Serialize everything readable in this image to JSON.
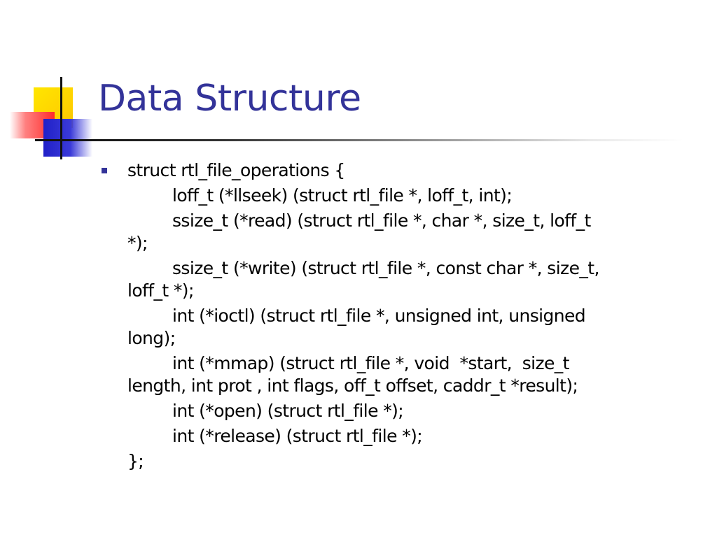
{
  "slide": {
    "title": "Data Structure",
    "struct_open": "struct rtl_file_operations {",
    "members": [
      {
        "first": "loff_t (*llseek) (struct rtl_file *, loff_t, int);",
        "rest": ""
      },
      {
        "first": "ssize_t (*read) (struct rtl_file *, char *, size_t, loff_t",
        "rest": "*);"
      },
      {
        "first": "ssize_t (*write) (struct rtl_file *, const char *, size_t,",
        "rest": "loff_t *);"
      },
      {
        "first": "int (*ioctl) (struct rtl_file *, unsigned int, unsigned",
        "rest": "long);"
      },
      {
        "first": "int (*mmap) (struct rtl_file *, void  *start,  size_t",
        "rest": "length, int prot , int flags, off_t offset, caddr_t *result);"
      },
      {
        "first": "int (*open) (struct rtl_file *);",
        "rest": ""
      },
      {
        "first": "int (*release) (struct rtl_file *);",
        "rest": ""
      }
    ],
    "struct_close": "};"
  }
}
